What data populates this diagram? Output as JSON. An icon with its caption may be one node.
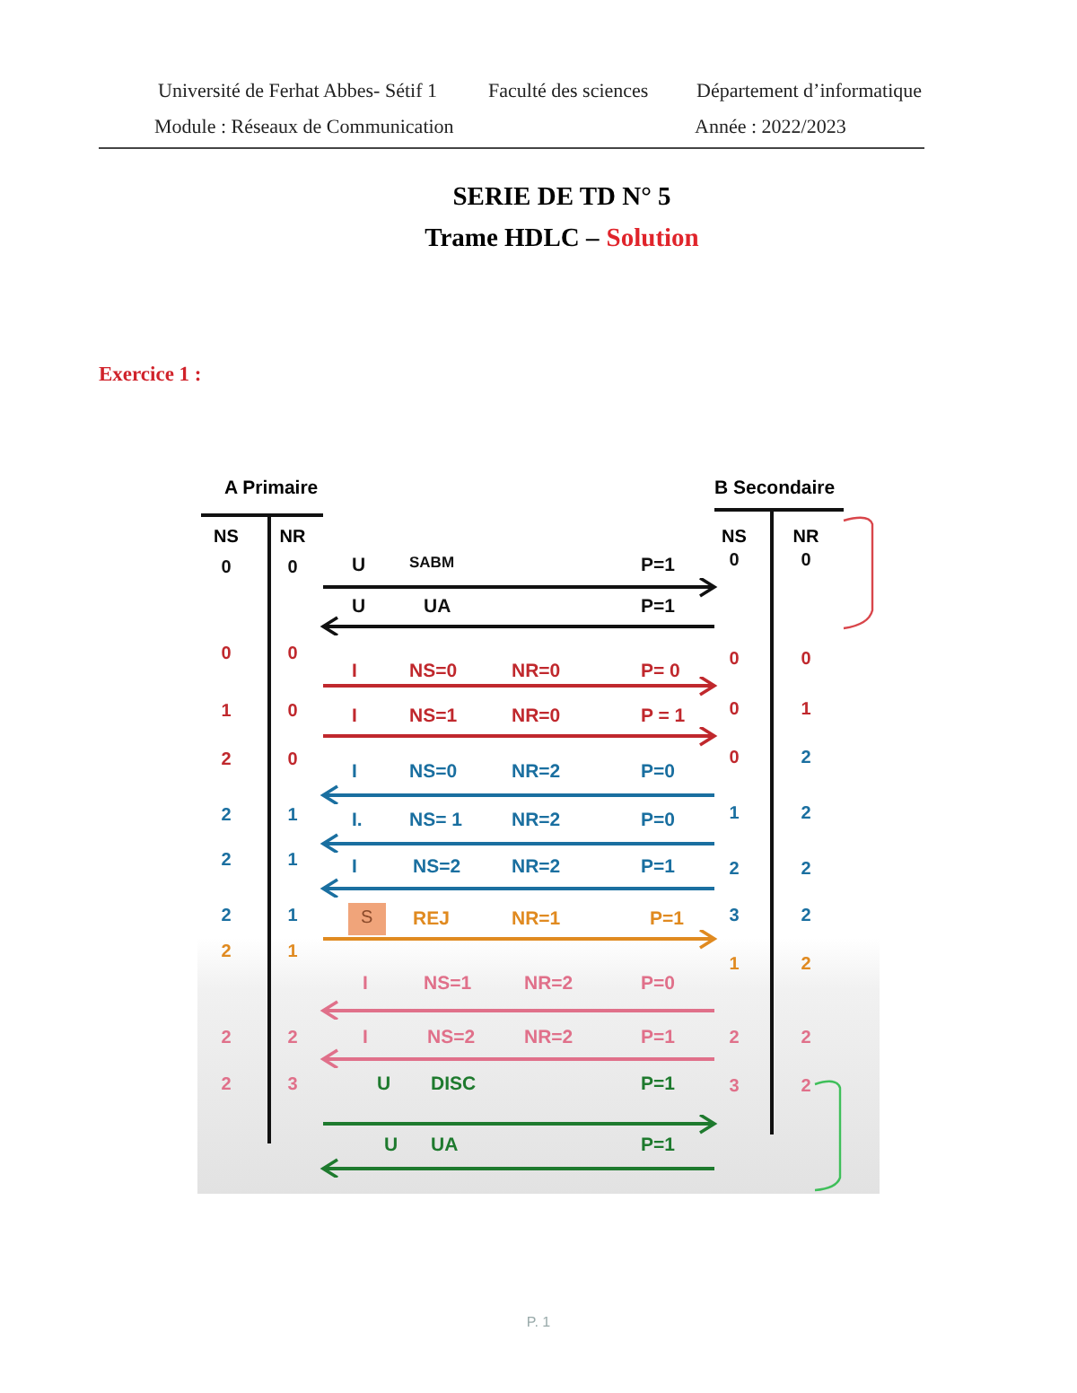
{
  "diagram": {
    "title": "SERIE DE TD N° 5",
    "nodes": [
      {
        "text": [
          "A Primaire",
          "NS",
          "NR",
          "0",
          "0",
          "0",
          "0",
          "1",
          "0",
          "2",
          "0",
          "2",
          "1",
          "2",
          "1",
          "2",
          "1",
          "2",
          "1",
          "2",
          "2",
          "2",
          "3"
        ]
      },
      {
        "text": [
          "B Secondaire",
          "NS",
          "NR",
          "0",
          "0",
          "0",
          "0",
          "0",
          "1",
          "0",
          "2",
          "1",
          "2",
          "2",
          "2",
          "3",
          "2",
          "1",
          "2",
          "2",
          "2",
          "3",
          "2"
        ]
      }
    ],
    "edges": [
      {
        "from": 0,
        "to": 1,
        "arrow": "to",
        "color": "#111111"
      },
      {
        "from": 1,
        "to": 0,
        "arrow": "to",
        "color": "#111111"
      },
      {
        "from": 0,
        "to": 1,
        "arrow": "to",
        "color": "#c0282d"
      },
      {
        "from": 0,
        "to": 1,
        "arrow": "to",
        "color": "#c0282d"
      },
      {
        "from": 1,
        "to": 0,
        "arrow": "to",
        "color": "#1a6fa0"
      },
      {
        "from": 1,
        "to": 0,
        "arrow": "to",
        "color": "#1a6fa0"
      },
      {
        "from": 1,
        "to": 0,
        "arrow": "to",
        "color": "#1a6fa0"
      },
      {
        "from": 0,
        "to": 1,
        "arrow": "to",
        "color": "#e08a20"
      },
      {
        "from": 1,
        "to": 0,
        "arrow": "to",
        "color": "#e0708a"
      },
      {
        "from": 1,
        "to": 0,
        "arrow": "to",
        "color": "#e0708a"
      },
      {
        "from": 0,
        "to": 1,
        "arrow": "to",
        "color": "#1e7a2e"
      },
      {
        "from": 1,
        "to": 0,
        "arrow": "to",
        "color": "#1e7a2e"
      }
    ],
    "labels": [
      "Université de Ferhat Abbes- Sétif 1",
      "Faculté des sciences",
      "Département d’informatique",
      "Module : Réseaux de Communication",
      "Année : 2022/2023",
      "Trame HDLC –",
      "Solution",
      "Exercice 1 :",
      "U",
      "SABM",
      "P=1",
      "U",
      "UA",
      "P=1",
      "I",
      "NS=0",
      "NR=0",
      "P= 0",
      "I",
      "NS=1",
      "NR=0",
      "P = 1",
      "I",
      "NS=0",
      "NR=2",
      "P=0",
      "I.",
      "NS= 1",
      "NR=2",
      "P=0",
      "I",
      "NS=2",
      "NR=2",
      "P=1",
      "S",
      "REJ",
      "NR=1",
      "P=1",
      "I",
      "NS=1",
      "NR=2",
      "P=0",
      "I",
      "NS=2",
      "NR=2",
      "P=1",
      "U",
      "DISC",
      "P=1",
      "U",
      "UA",
      "P=1",
      "P. 1"
    ]
  }
}
